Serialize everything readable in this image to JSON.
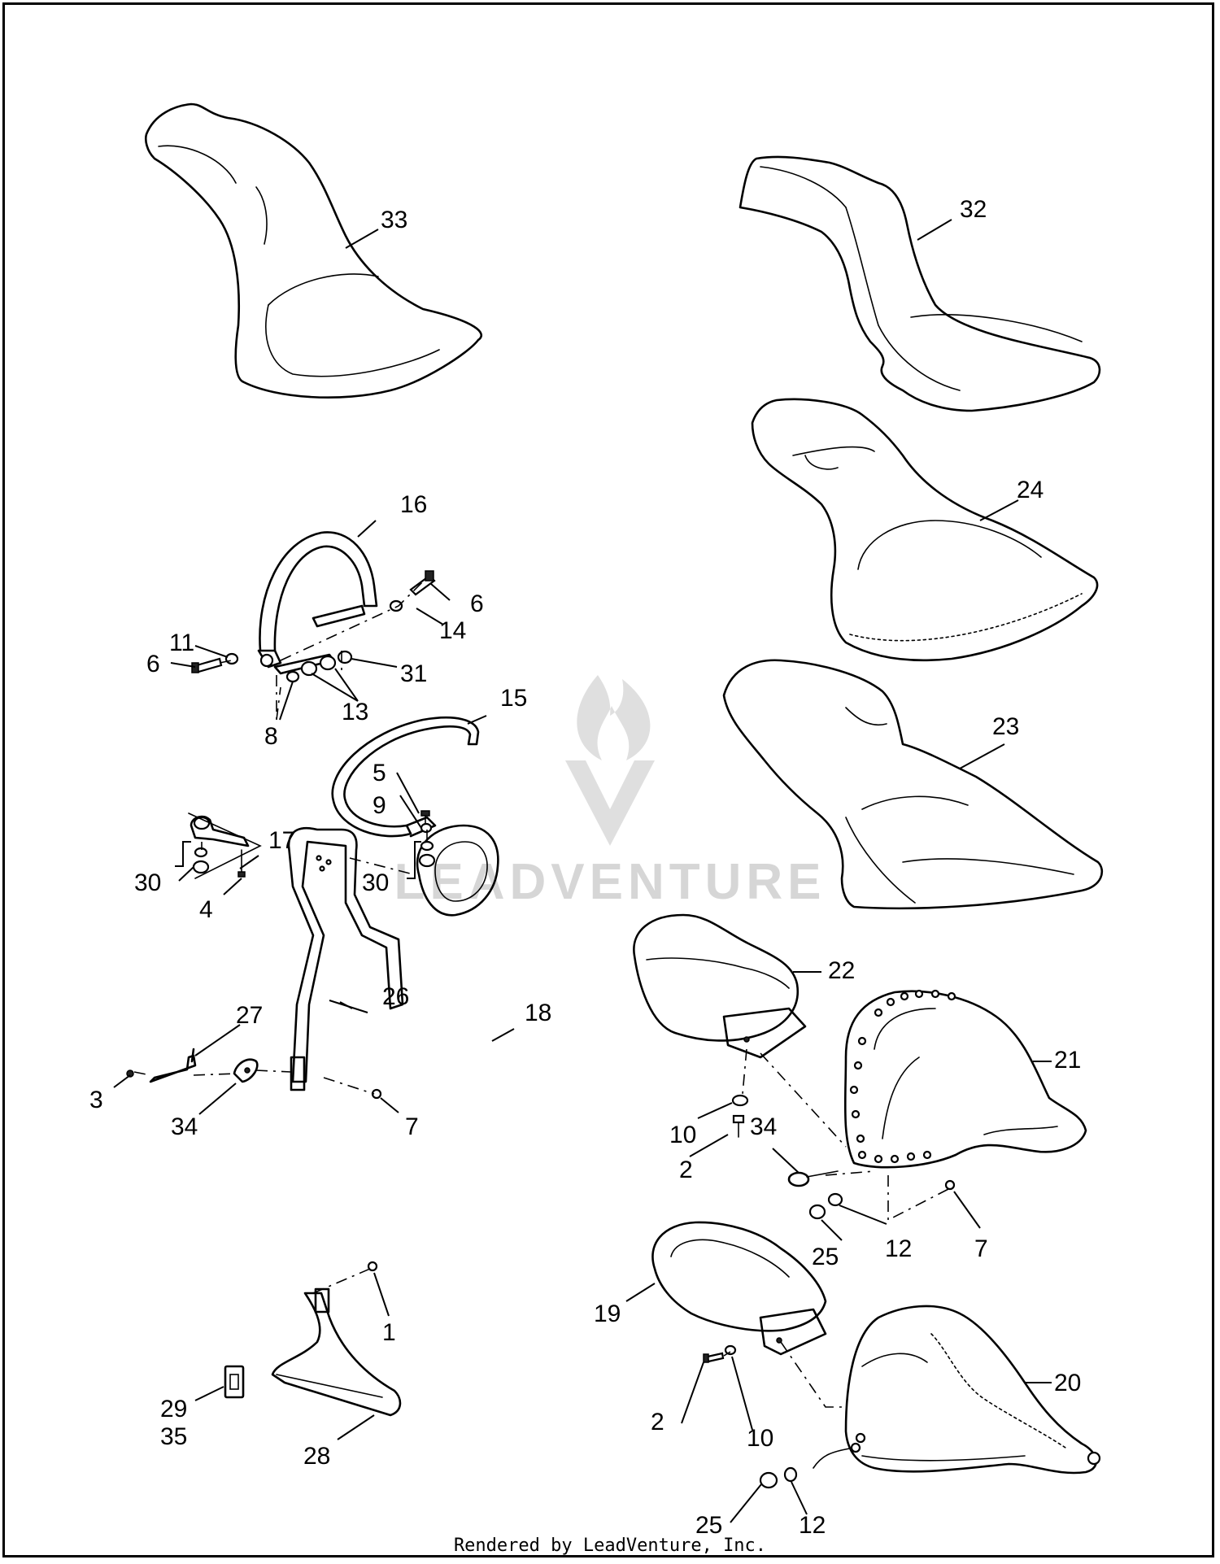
{
  "footer": "Rendered by LeadVenture, Inc.",
  "watermark": {
    "text": "LEADVENTURE"
  },
  "callouts": {
    "c33": "33",
    "c32": "32",
    "c24": "24",
    "c23": "23",
    "c22": "22",
    "c21": "21",
    "c20": "20",
    "c19": "19",
    "c18": "18",
    "c17": "17",
    "c16": "16",
    "c15": "15",
    "c14": "14",
    "c13": "13",
    "c11": "11",
    "c8": "8",
    "c9": "9",
    "c5": "5",
    "c6a": "6",
    "c6b": "6",
    "c31": "31",
    "c30a": "30",
    "c30b": "30",
    "c4": "4",
    "c26": "26",
    "c27": "27",
    "c3": "3",
    "c34a": "34",
    "c7a": "7",
    "c1": "1",
    "c28": "28",
    "c29": "29",
    "c35": "35",
    "c10a": "10",
    "c2a": "2",
    "c34b": "34",
    "c25a": "25",
    "c12a": "12",
    "c7b": "7",
    "c2b": "2",
    "c10b": "10",
    "c25b": "25",
    "c12b": "12"
  }
}
